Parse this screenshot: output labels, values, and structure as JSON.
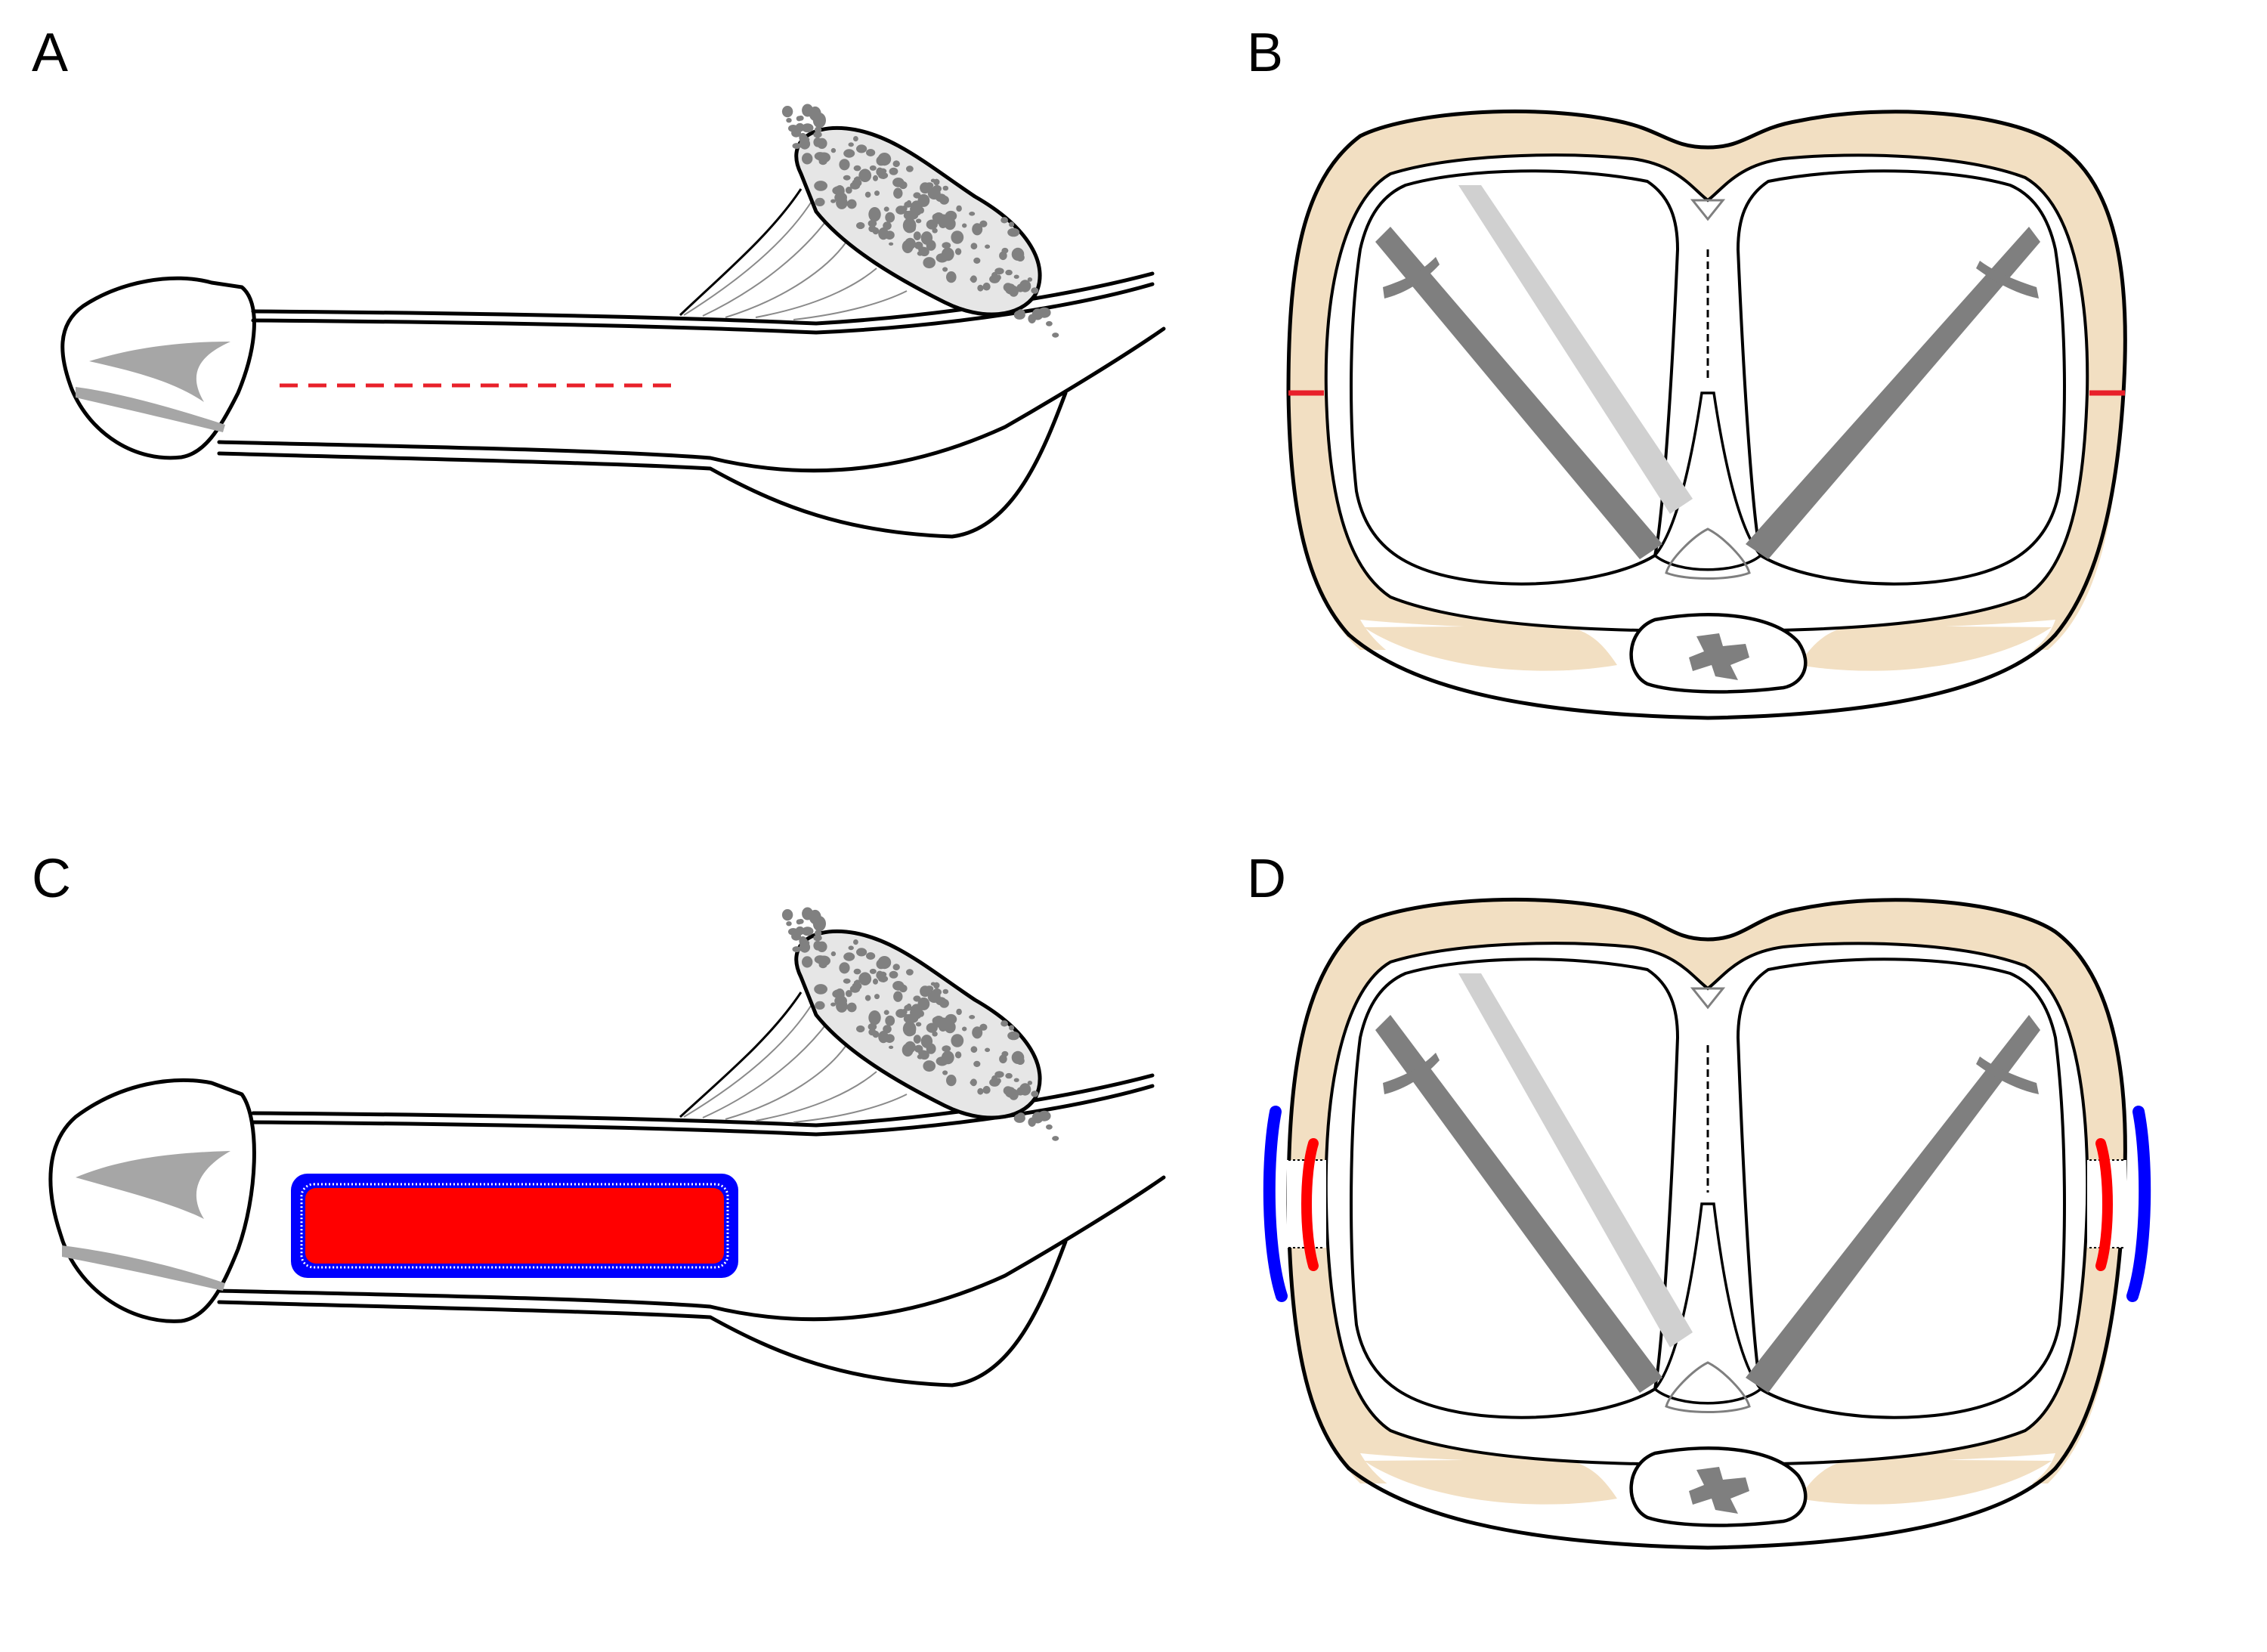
{
  "panels": [
    {
      "letter": "A"
    },
    {
      "letter": "B"
    },
    {
      "letter": "C"
    },
    {
      "letter": "D"
    }
  ],
  "colors": {
    "outline": "#000000",
    "fat_layer": "#f2dfc2",
    "bone_fill": "#e6e6e6",
    "bone_dots": "#808080",
    "glans_marking": "#a6a6a6",
    "strut_dark": "#7f7f7f",
    "strut_light": "#d0d0d0",
    "incision_line": "#e8202a",
    "graft_inner": "#ff0000",
    "graft_outer": "#0000ff"
  },
  "icons": {
    "pubic_bone": "cancellous-bone-icon",
    "vertebra": "spinal-cord-icon",
    "urethra": "urethra-triangle-icon"
  }
}
